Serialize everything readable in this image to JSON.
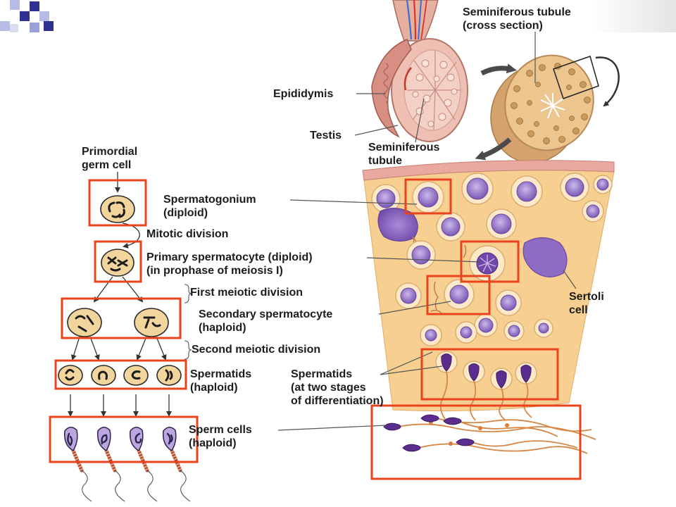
{
  "slide": {
    "labels": {
      "cross_section": [
        "Seminiferous tubule",
        "(cross section)"
      ],
      "epididymis": "Epididymis",
      "testis": "Testis",
      "tubule": [
        "Seminiferous",
        "tubule"
      ],
      "primordial": [
        "Primordial",
        "germ cell"
      ],
      "spermatogonium": [
        "Spermatogonium",
        "(diploid)"
      ],
      "mitotic": "Mitotic division",
      "primary": [
        "Primary spermatocyte (diploid)",
        "(in prophase of meiosis I)"
      ],
      "first_meiotic": "First meiotic division",
      "secondary": [
        "Secondary spermatocyte",
        "(haploid)"
      ],
      "sertoli": [
        "Sertoli",
        "cell"
      ],
      "second_meiotic": "Second meiotic division",
      "spermatids_left": [
        "Spermatids",
        "(haploid)"
      ],
      "spermatids_right": [
        "Spermatids",
        "(at two stages",
        "of differentiation)"
      ],
      "sperm": [
        "Sperm cells",
        "(haploid)"
      ]
    },
    "colors": {
      "highlight": "#e8431d",
      "tubule_wall": "#f7cf90",
      "nucleus": "#5a2d8f",
      "cytoplasm": "#fbe9c9",
      "germ_cell": "#f1d59c"
    },
    "icons": {
      "logo": "square-pattern-logo-icon"
    }
  }
}
